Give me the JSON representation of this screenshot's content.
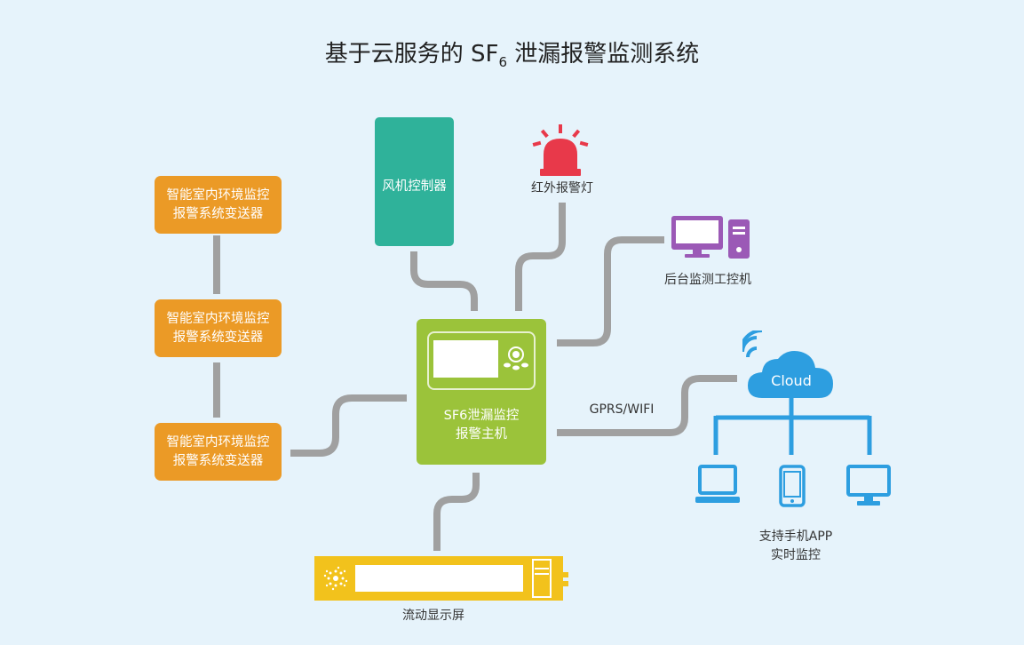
{
  "title": {
    "main": "基于云服务的 SF",
    "subscript": "6",
    "rest": " 泄漏报警监测系统"
  },
  "sensors": [
    {
      "line1": "智能室内环境监控",
      "line2": "报警系统变送器"
    },
    {
      "line1": "智能室内环境监控",
      "line2": "报警系统变送器"
    },
    {
      "line1": "智能室内环境监控",
      "line2": "报警系统变送器"
    }
  ],
  "fan_controller": {
    "label": "风机控制器"
  },
  "alarm_light": {
    "label": "红外报警灯"
  },
  "backend_pc": {
    "label": "后台监测工控机"
  },
  "host": {
    "line1": "SF6泄漏监控",
    "line2": "报警主机"
  },
  "link_label": "GPRS/WIFI",
  "cloud": {
    "label": "Cloud"
  },
  "app_support": {
    "line1": "支持手机APP",
    "line2": "实时监控"
  },
  "led_display": {
    "label": "流动显示屏"
  },
  "colors": {
    "background": "#e6f3fb",
    "sensor": "#eb9a26",
    "fan": "#2fb29a",
    "host": "#9bc33a",
    "alarm": "#e8394a",
    "pc": "#9b59b6",
    "cloud": "#2d9ee0",
    "display": "#f2c21c",
    "wire": "#a0a0a0"
  },
  "icons": [
    "alarm-light-icon",
    "desktop-pc-icon",
    "wifi-icon",
    "cloud-icon",
    "laptop-icon",
    "phone-icon",
    "monitor-icon",
    "led-display-icon"
  ]
}
